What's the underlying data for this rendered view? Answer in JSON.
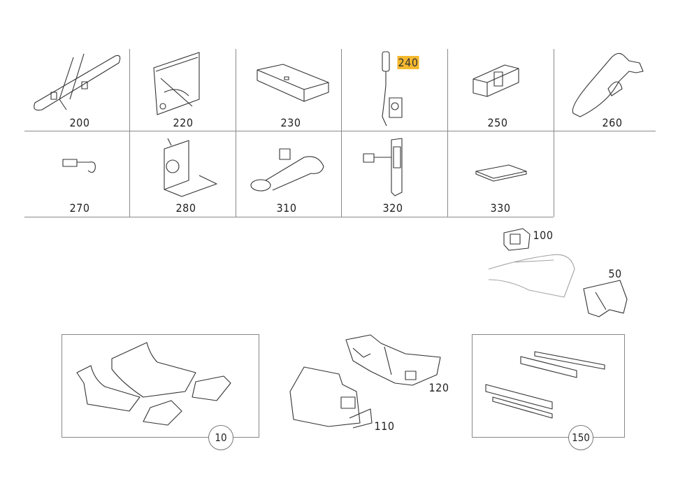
{
  "grid": {
    "row1": [
      {
        "id": "200",
        "label": "200"
      },
      {
        "id": "220",
        "label": "220"
      },
      {
        "id": "230",
        "label": "230"
      },
      {
        "id": "240",
        "label": "240",
        "highlighted": true
      },
      {
        "id": "250",
        "label": "250"
      },
      {
        "id": "260",
        "label": "260"
      }
    ],
    "row2": [
      {
        "id": "270",
        "label": "270"
      },
      {
        "id": "280",
        "label": "280"
      },
      {
        "id": "310",
        "label": "310"
      },
      {
        "id": "320",
        "label": "320"
      },
      {
        "id": "330",
        "label": "330"
      }
    ]
  },
  "callouts": {
    "c100": "100",
    "c50": "50",
    "c10": "10",
    "c110": "110",
    "c120": "120",
    "c150": "150"
  },
  "colors": {
    "highlight": "#f5b82e",
    "lines": "#8a8a8a"
  }
}
